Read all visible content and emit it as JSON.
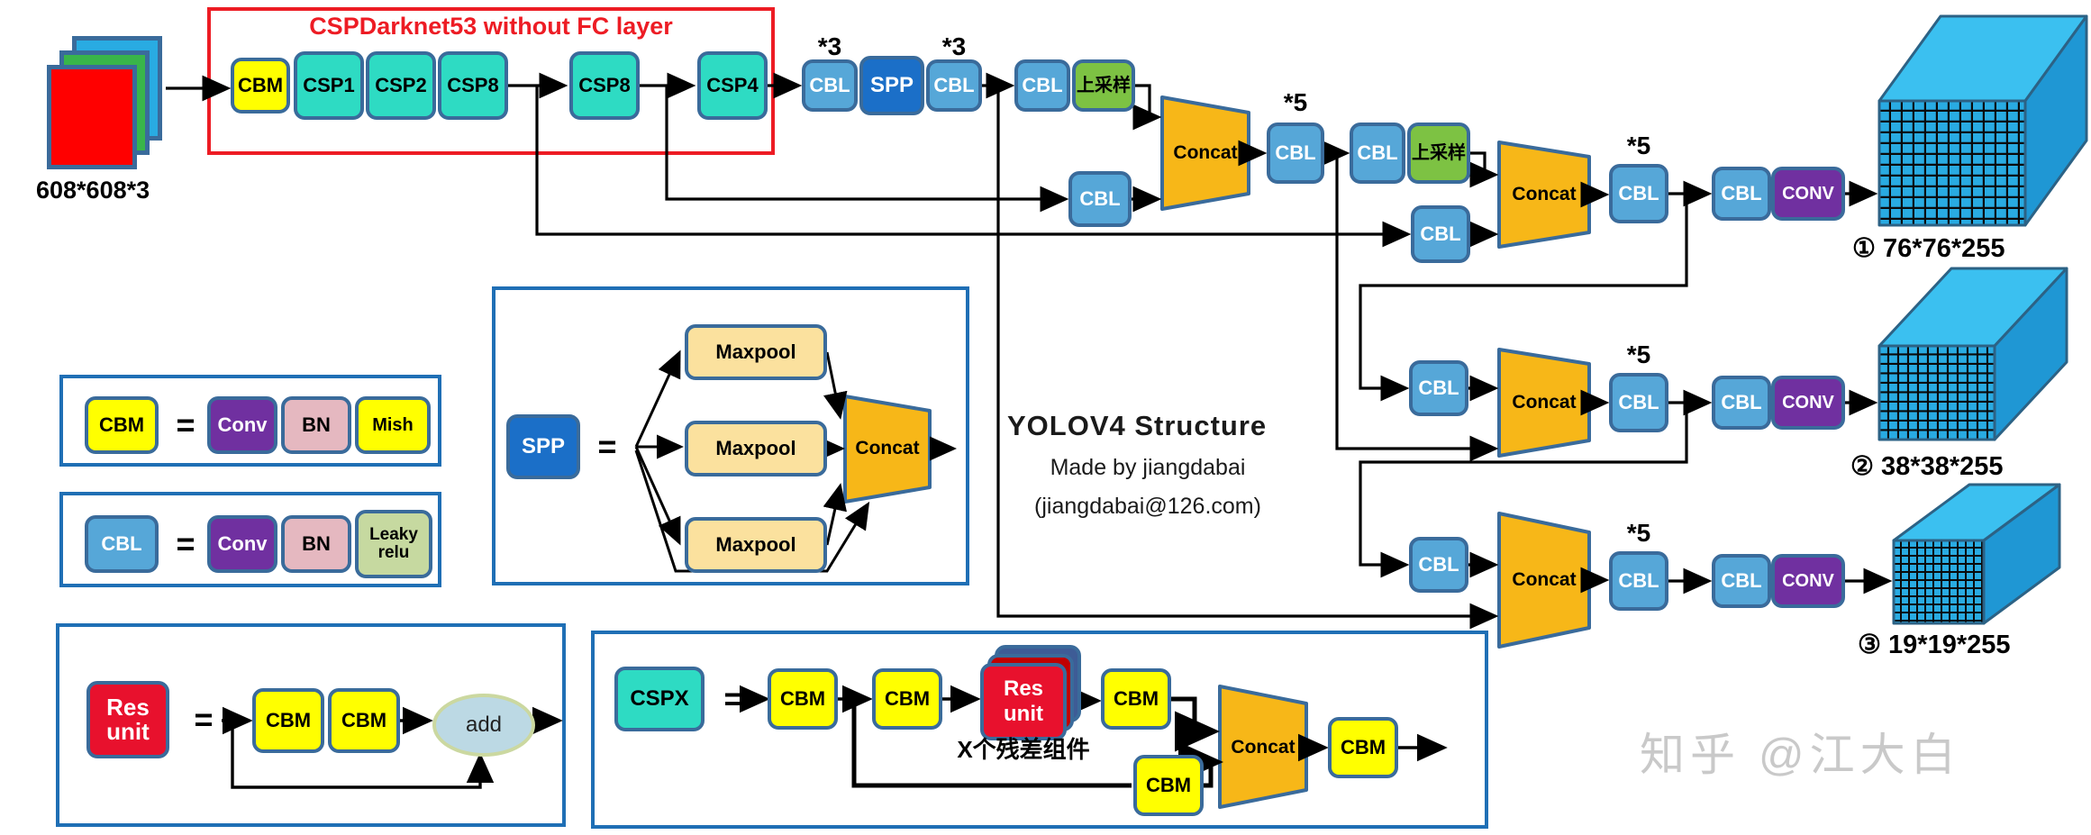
{
  "palette": {
    "backbone_frame_red": "#ED1C24",
    "legend_frame_blue": "#1F6FB5",
    "block_border": "#3A6B9B",
    "cbm_yellow": "#FFFF00",
    "csp_teal": "#2EDBC3",
    "cbl_blue": "#56A7D8",
    "spp_blue": "#1B6FC8",
    "upsample_green": "#7DC243",
    "concat_orange": "#F7B718",
    "conv_purple": "#7030A0",
    "bn_pink": "#E5B8C0",
    "maxpool_cream": "#FBE19E",
    "res_red": "#E8112D",
    "leaky_olive": "#C6D9A0",
    "add_fill": "#BCD9E4",
    "cube_blue": "#29ABE2",
    "watermark_gray": "#C9C9C9"
  },
  "input_label": "608*608*3",
  "backbone_title": "CSPDarknet53 without FC layer",
  "blocks": {
    "cbm": "CBM",
    "cbl": "CBL",
    "csp1": "CSP1",
    "csp2": "CSP2",
    "csp8": "CSP8",
    "csp4": "CSP4",
    "cspx": "CSPX",
    "spp": "SPP",
    "upsample": "上采样",
    "concat": "Concat",
    "conv": "CONV",
    "maxpool": "Maxpool",
    "conv_full": "Conv",
    "bn": "BN",
    "mish": "Mish",
    "leaky1": "Leaky",
    "leaky2": "relu",
    "res1": "Res",
    "res2": "unit",
    "add": "add",
    "eq": "="
  },
  "multipliers": {
    "x3": "*3",
    "x5": "*5"
  },
  "outputs": [
    {
      "label": "① 76*76*255"
    },
    {
      "label": "② 38*38*255"
    },
    {
      "label": "③ 19*19*255"
    }
  ],
  "title": {
    "main": "YOLOV4 Structure",
    "byline": "Made by jiangdabai",
    "email": "(jiangdabai@126.com)"
  },
  "cspx_note": "X个残差组件",
  "watermark": "知乎 @江大白"
}
